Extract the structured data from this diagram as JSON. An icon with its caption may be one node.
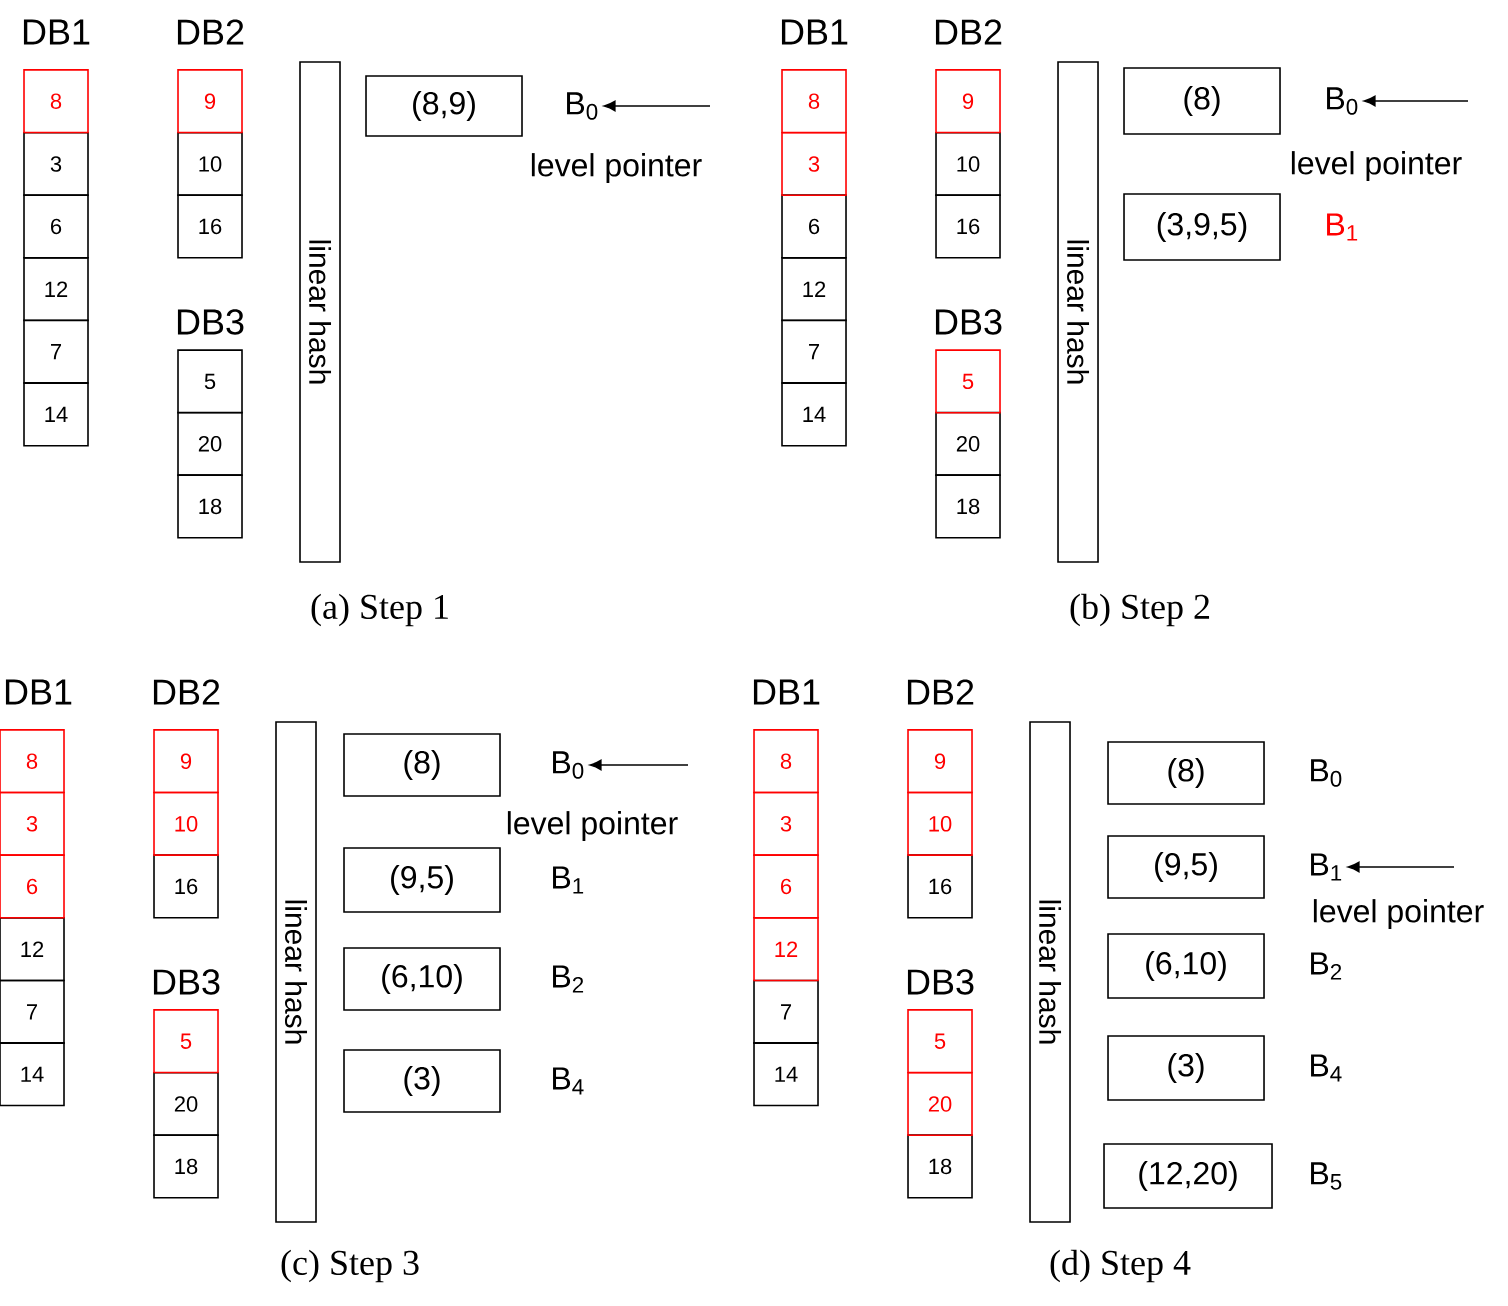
{
  "diagram": {
    "nodes": [
      {
        "text": [
          "8"
        ]
      },
      {
        "text": [
          "3"
        ]
      },
      {
        "text": [
          "6"
        ]
      },
      {
        "text": [
          "12"
        ]
      },
      {
        "text": [
          "7"
        ]
      },
      {
        "text": [
          "14"
        ]
      },
      {
        "text": [
          "9"
        ]
      },
      {
        "text": [
          "10"
        ]
      },
      {
        "text": [
          "16"
        ]
      },
      {
        "text": [
          "5"
        ]
      },
      {
        "text": [
          "20"
        ]
      },
      {
        "text": [
          "18"
        ]
      },
      {
        "text": [
          "linear hash"
        ]
      },
      {
        "text": [
          "(8,9)"
        ]
      },
      {
        "text": [
          "B$_{0}$"
        ]
      },
      {
        "text": [
          "8"
        ]
      },
      {
        "text": [
          "3"
        ]
      },
      {
        "text": [
          "6"
        ]
      },
      {
        "text": [
          "12"
        ]
      },
      {
        "text": [
          "7"
        ]
      },
      {
        "text": [
          "14"
        ]
      },
      {
        "text": [
          "9"
        ]
      },
      {
        "text": [
          "10"
        ]
      },
      {
        "text": [
          "16"
        ]
      },
      {
        "text": [
          "5"
        ]
      },
      {
        "text": [
          "20"
        ]
      },
      {
        "text": [
          "18"
        ]
      },
      {
        "text": [
          "linear hash"
        ]
      },
      {
        "text": [
          "(8)"
        ]
      },
      {
        "text": [
          "B$_{0}$"
        ]
      },
      {
        "text": [
          "(3,9,5)"
        ]
      },
      {
        "text": [
          "B$_{1}$"
        ]
      },
      {
        "text": [
          "8"
        ]
      },
      {
        "text": [
          "3"
        ]
      },
      {
        "text": [
          "6"
        ]
      },
      {
        "text": [
          "12"
        ]
      },
      {
        "text": [
          "7"
        ]
      },
      {
        "text": [
          "14"
        ]
      },
      {
        "text": [
          "9"
        ]
      },
      {
        "text": [
          "10"
        ]
      },
      {
        "text": [
          "16"
        ]
      },
      {
        "text": [
          "5"
        ]
      },
      {
        "text": [
          "20"
        ]
      },
      {
        "text": [
          "18"
        ]
      },
      {
        "text": [
          "linear hash"
        ]
      },
      {
        "text": [
          "(8)"
        ]
      },
      {
        "text": [
          "B$_{0}$"
        ]
      },
      {
        "text": [
          "(9,5)"
        ]
      },
      {
        "text": [
          "B$_{1}$"
        ]
      },
      {
        "text": [
          "(6,10)"
        ]
      },
      {
        "text": [
          "B$_{2}$"
        ]
      },
      {
        "text": [
          "(3)"
        ]
      },
      {
        "text": [
          "B$_{4}$"
        ]
      },
      {
        "text": [
          "8"
        ]
      },
      {
        "text": [
          "3"
        ]
      },
      {
        "text": [
          "6"
        ]
      },
      {
        "text": [
          "12"
        ]
      },
      {
        "text": [
          "7"
        ]
      },
      {
        "text": [
          "14"
        ]
      },
      {
        "text": [
          "9"
        ]
      },
      {
        "text": [
          "10"
        ]
      },
      {
        "text": [
          "16"
        ]
      },
      {
        "text": [
          "5"
        ]
      },
      {
        "text": [
          "20"
        ]
      },
      {
        "text": [
          "18"
        ]
      },
      {
        "text": [
          "linear hash"
        ]
      },
      {
        "text": [
          "(8)"
        ]
      },
      {
        "text": [
          "B$_{0}$"
        ]
      },
      {
        "text": [
          "(9,5)"
        ]
      },
      {
        "text": [
          "B$_{1}$"
        ]
      },
      {
        "text": [
          "(6,10)"
        ]
      },
      {
        "text": [
          "B$_{2}$"
        ]
      },
      {
        "text": [
          "(3)"
        ]
      },
      {
        "text": [
          "B$_{4}$"
        ]
      },
      {
        "text": [
          "(12,20)"
        ]
      },
      {
        "text": [
          "B$_{5}$"
        ]
      }
    ],
    "edges": [
      {
        "from": null,
        "to": 14,
        "arrow": "to",
        "label": "level pointer"
      },
      {
        "from": null,
        "to": 29,
        "arrow": "to",
        "label": "level pointer"
      },
      {
        "from": null,
        "to": 46,
        "arrow": "to",
        "label": "level pointer"
      },
      {
        "from": null,
        "to": 69,
        "arrow": "to",
        "label": "level pointer"
      }
    ],
    "labels": [
      "DB1",
      "DB2",
      "DB3",
      "(a) Step 1",
      "DB1",
      "DB2",
      "DB3",
      "(b) Step 2",
      "DB1",
      "DB2",
      "DB3",
      "(c) Step 3",
      "DB1",
      "DB2",
      "DB3",
      "(d) Step 4"
    ]
  }
}
